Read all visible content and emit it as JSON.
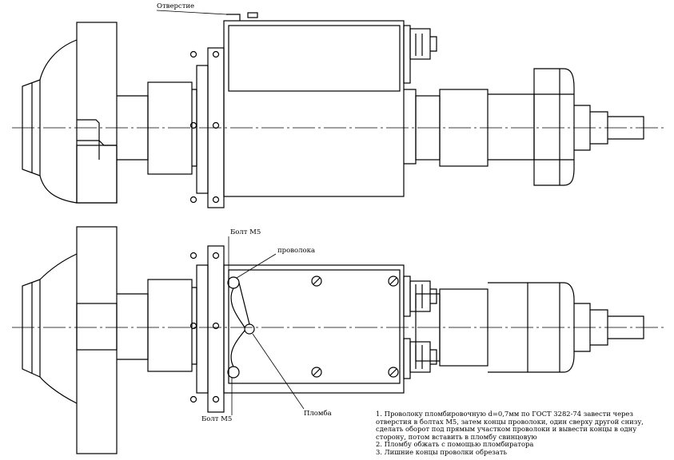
{
  "labels": {
    "otverstie": "Отверстие",
    "bolt_top": "Болт М5",
    "provoloka": "проволока",
    "plomba": "Пломба",
    "bolt_bottom": "Болт М5"
  },
  "notes": [
    "1. Проволоку пломбировочную d=0,7мм по ГОСТ 3282-74 завести через",
    "отверстия в болтах М5, затем концы проволоки, один сверху другой снизу,",
    "сделать оборот под прямым участком проволоки и вывести концы в одну",
    "сторону, потом вставить в пломбу свинцовую",
    "2. Пломбу обжать с помощью пломбиратора",
    "3. Лишние концы проволки обрезать"
  ],
  "colors": {
    "line": "#000000",
    "background": "#ffffff"
  }
}
